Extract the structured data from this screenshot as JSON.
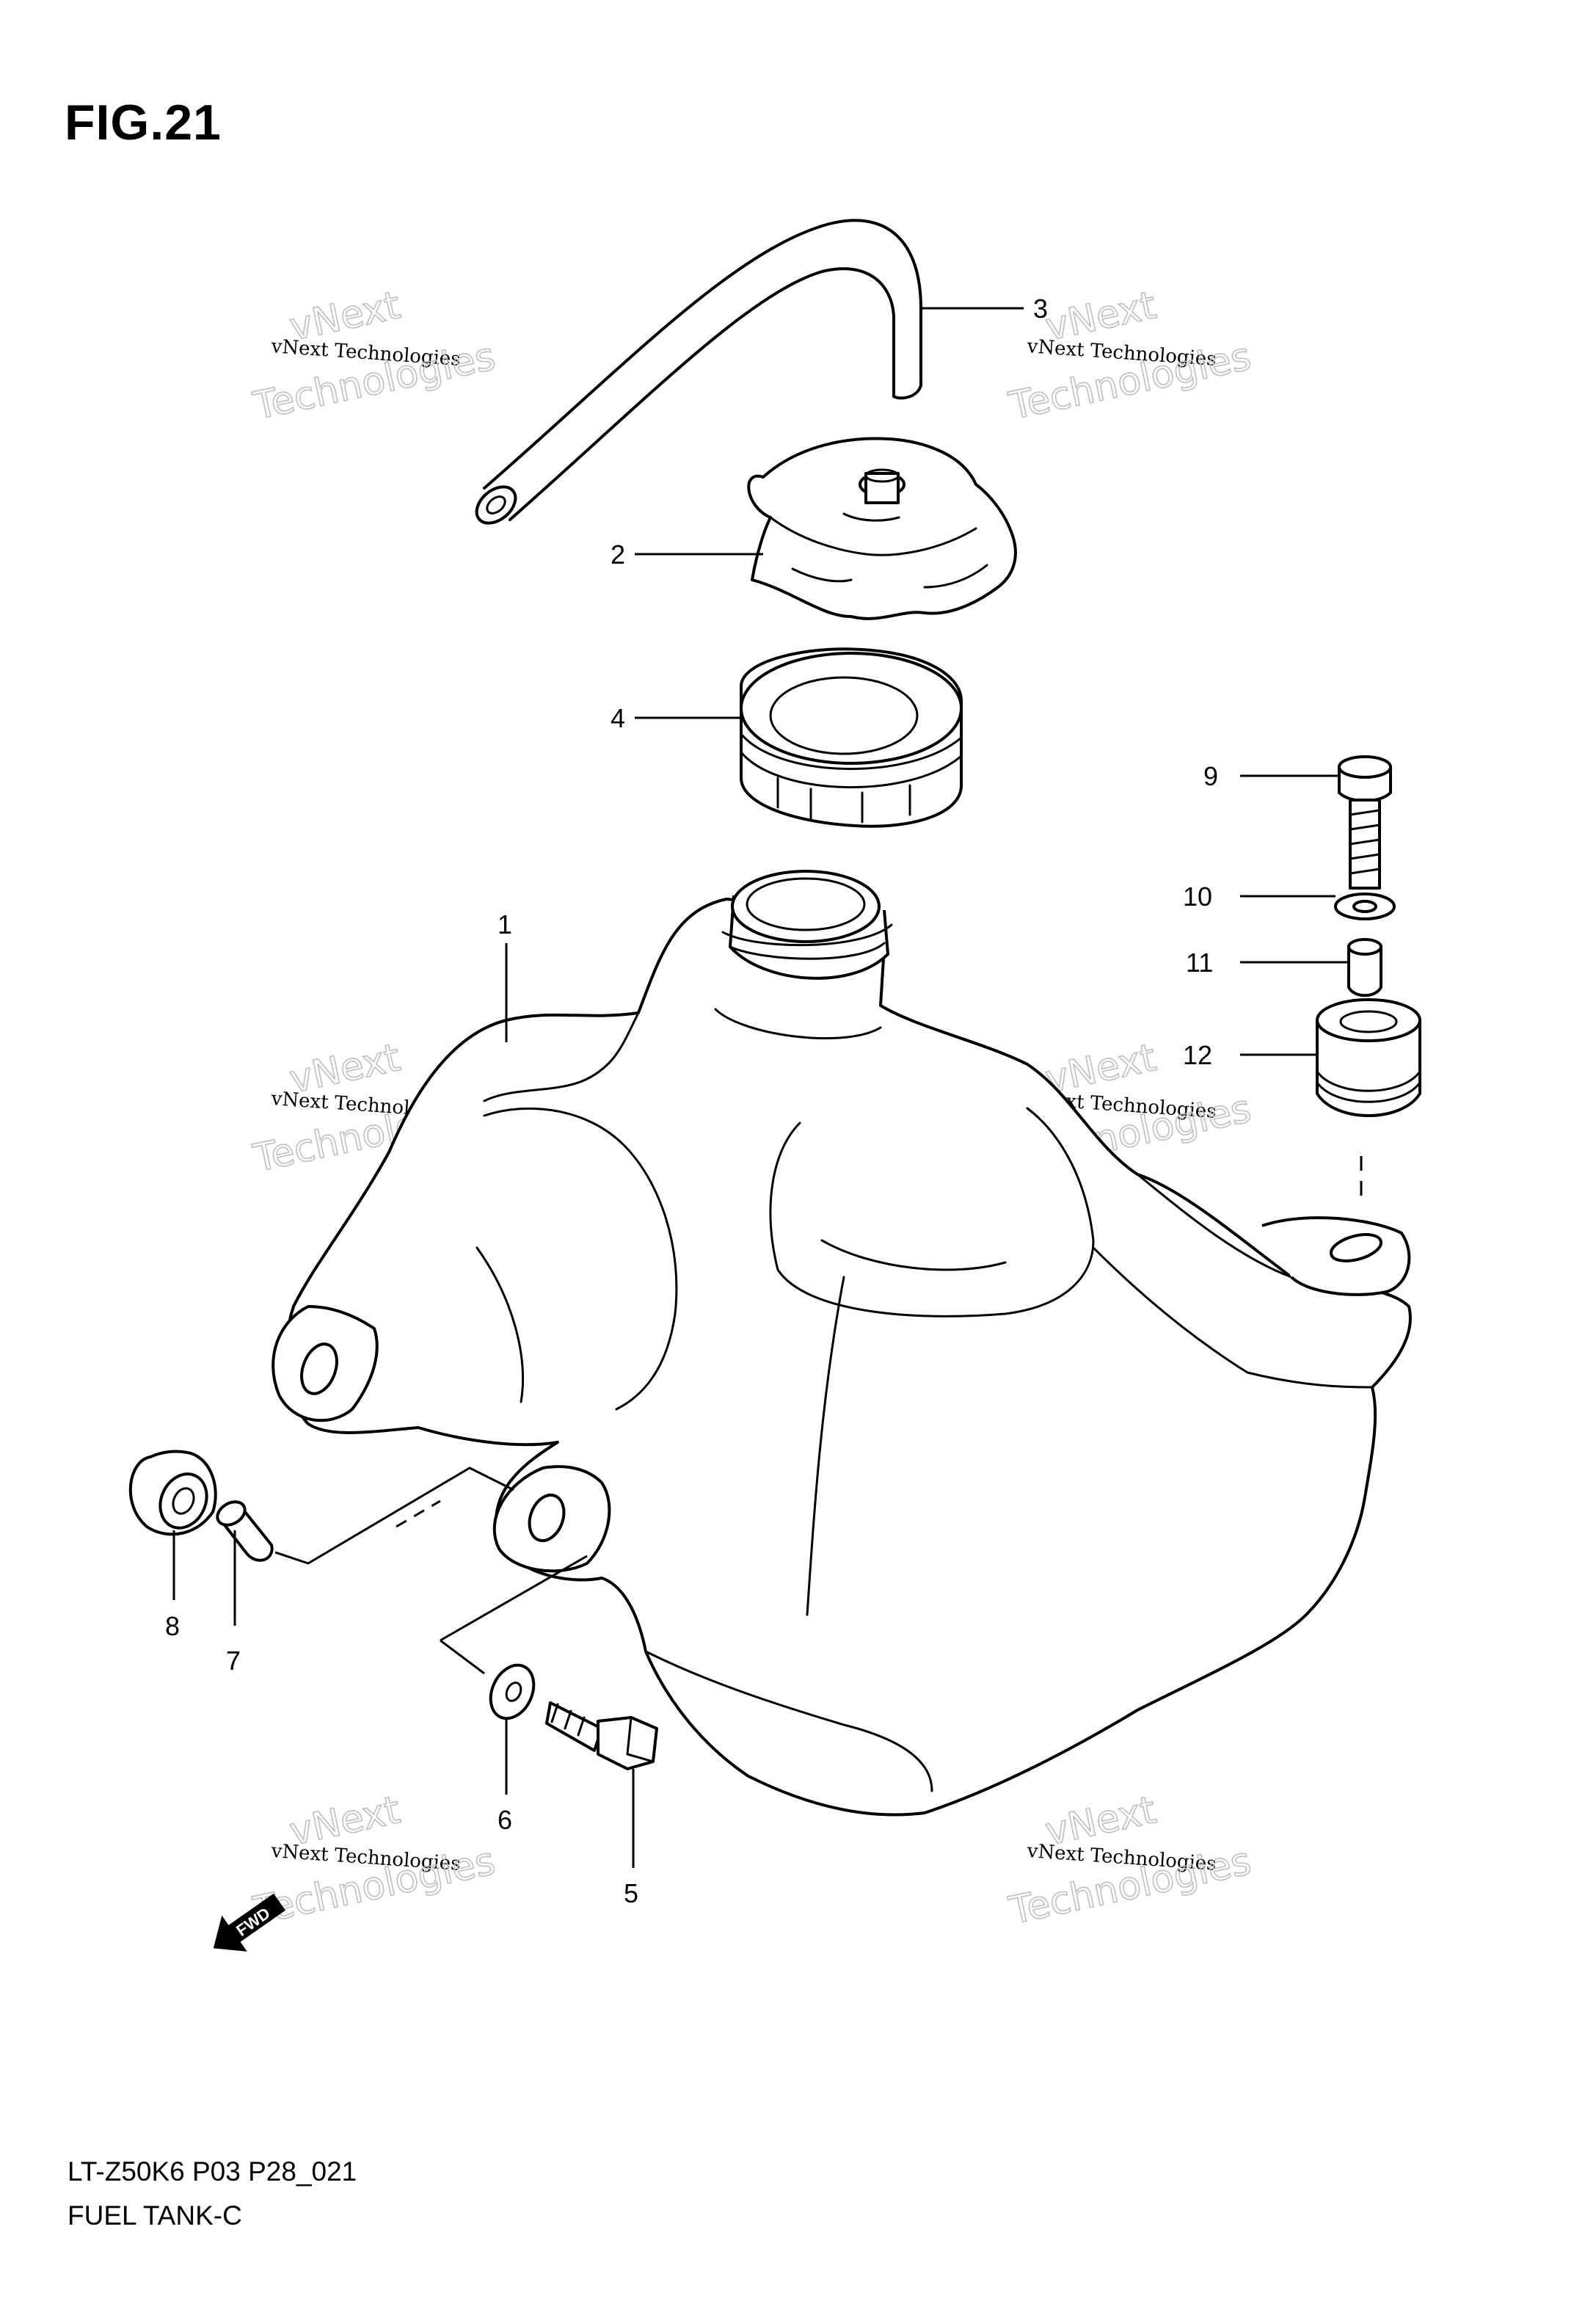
{
  "figure": {
    "title": "FIG.21",
    "model_code": "LT-Z50K6 P03 P28_021",
    "section_name": "FUEL TANK-C"
  },
  "parts": [
    {
      "no": "1",
      "part": "fuel-tank"
    },
    {
      "no": "2",
      "part": "fuel-cap"
    },
    {
      "no": "3",
      "part": "breather-hose"
    },
    {
      "no": "4",
      "part": "filler-ring"
    },
    {
      "no": "5",
      "part": "bolt"
    },
    {
      "no": "6",
      "part": "washer"
    },
    {
      "no": "7",
      "part": "spacer-collar"
    },
    {
      "no": "8",
      "part": "grommet"
    },
    {
      "no": "9",
      "part": "bolt"
    },
    {
      "no": "10",
      "part": "washer"
    },
    {
      "no": "11",
      "part": "spacer-collar"
    },
    {
      "no": "12",
      "part": "grommet"
    }
  ],
  "watermark": {
    "line_small": "vNext Technologies",
    "line_top": "vNext",
    "line_big": "Technologies"
  },
  "fwd_label": "FWD"
}
